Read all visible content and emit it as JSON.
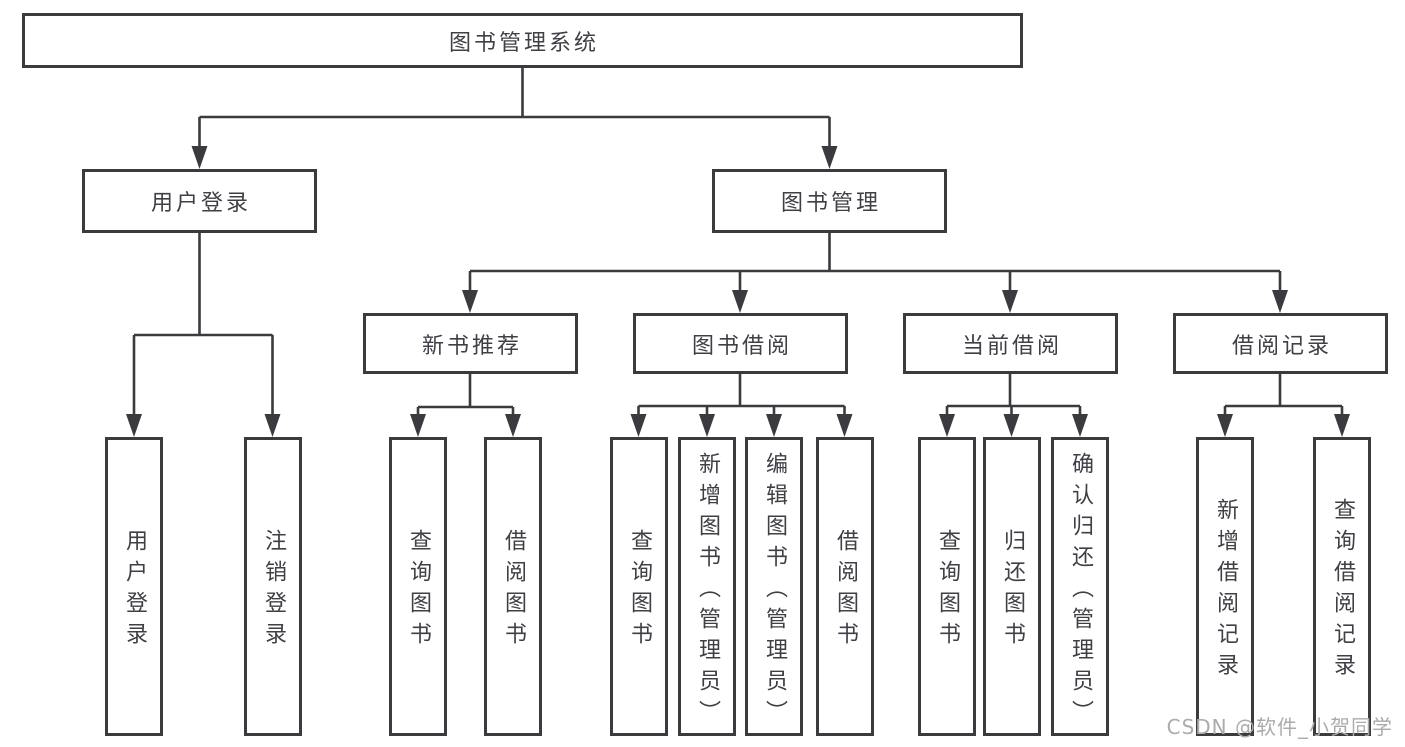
{
  "style": {
    "line_color": "#3a3a3f",
    "text_color": "#3f3f46",
    "box_background": "#ffffff",
    "watermark_color": "#ababab"
  },
  "watermark": {
    "text": "CSDN @软件_小贺同学"
  },
  "diagram": {
    "type": "tree",
    "root": {
      "label": "图书管理系统"
    },
    "level2": [
      {
        "label": "用户登录"
      },
      {
        "label": "图书管理"
      }
    ],
    "level3": [
      {
        "label": "新书推荐",
        "parent": "图书管理"
      },
      {
        "label": "图书借阅",
        "parent": "图书管理"
      },
      {
        "label": "当前借阅",
        "parent": "图书管理"
      },
      {
        "label": "借阅记录",
        "parent": "图书管理"
      }
    ],
    "leaves": [
      {
        "label": "用户登录",
        "parent": "用户登录"
      },
      {
        "label": "注销登录",
        "parent": "用户登录"
      },
      {
        "label": "查询图书",
        "parent": "新书推荐"
      },
      {
        "label": "借阅图书",
        "parent": "新书推荐"
      },
      {
        "label": "查询图书",
        "parent": "图书借阅"
      },
      {
        "label": "新增图书（管理员）",
        "parent": "图书借阅"
      },
      {
        "label": "编辑图书（管理员）",
        "parent": "图书借阅"
      },
      {
        "label": "借阅图书",
        "parent": "图书借阅"
      },
      {
        "label": "查询图书",
        "parent": "当前借阅"
      },
      {
        "label": "归还图书",
        "parent": "当前借阅"
      },
      {
        "label": "确认归还（管理员）",
        "parent": "当前借阅"
      },
      {
        "label": "新增借阅记录",
        "parent": "借阅记录"
      },
      {
        "label": "查询借阅记录",
        "parent": "借阅记录"
      }
    ]
  }
}
